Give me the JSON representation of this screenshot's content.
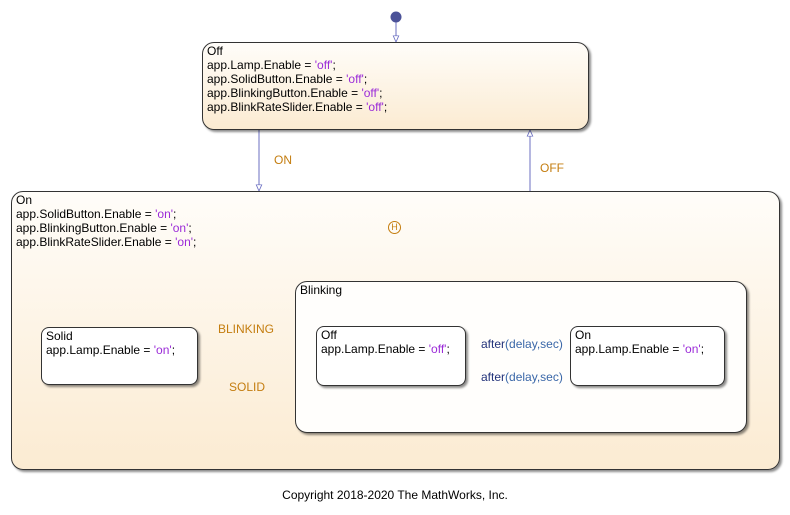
{
  "colors": {
    "state_border": "#333333",
    "state_fill_top": "#fffdf9",
    "state_fill_bottom": "#fbebd2",
    "transition_line": "#6b6fc2",
    "default_dot": "#4b5298",
    "transition_label": "#c47d0f",
    "string_literal": "#9b2bd8",
    "function_text": "#22327a"
  },
  "states": {
    "off": {
      "name": "Off",
      "actions": [
        {
          "pre": "app.Lamp.Enable = ",
          "str": "'off'",
          "post": ";"
        },
        {
          "pre": "app.SolidButton.Enable = ",
          "str": "'off'",
          "post": ";"
        },
        {
          "pre": "app.BlinkingButton.Enable = ",
          "str": "'off'",
          "post": ";"
        },
        {
          "pre": "app.BlinkRateSlider.Enable = ",
          "str": "'off'",
          "post": ";"
        }
      ]
    },
    "on": {
      "name": "On",
      "actions": [
        {
          "pre": "app.SolidButton.Enable = ",
          "str": "'on'",
          "post": ";"
        },
        {
          "pre": "app.BlinkingButton.Enable = ",
          "str": "'on'",
          "post": ";"
        },
        {
          "pre": "app.BlinkRateSlider.Enable = ",
          "str": "'on'",
          "post": ";"
        }
      ],
      "history_symbol": "H"
    },
    "solid": {
      "name": "Solid",
      "actions": [
        {
          "pre": "app.Lamp.Enable = ",
          "str": "'on'",
          "post": ";"
        }
      ]
    },
    "blinking": {
      "name": "Blinking"
    },
    "blink_off": {
      "name": "Off",
      "actions": [
        {
          "pre": "app.Lamp.Enable = ",
          "str": "'off'",
          "post": ";"
        }
      ]
    },
    "blink_on": {
      "name": "On",
      "actions": [
        {
          "pre": "app.Lamp.Enable = ",
          "str": "'on'",
          "post": ";"
        }
      ]
    }
  },
  "transitions": {
    "on_label": "ON",
    "off_label": "OFF",
    "blinking_label": "BLINKING",
    "solid_label": "SOLID",
    "after_top": {
      "fn": "after",
      "open": "(",
      "arg1": "delay",
      "comma": ",",
      "arg2": "sec",
      "close": ")"
    },
    "after_bottom": {
      "fn": "after",
      "open": "(",
      "arg1": "delay",
      "comma": ",",
      "arg2": "sec",
      "close": ")"
    }
  },
  "footer": {
    "copyright": "Copyright 2018-2020 The MathWorks, Inc."
  }
}
